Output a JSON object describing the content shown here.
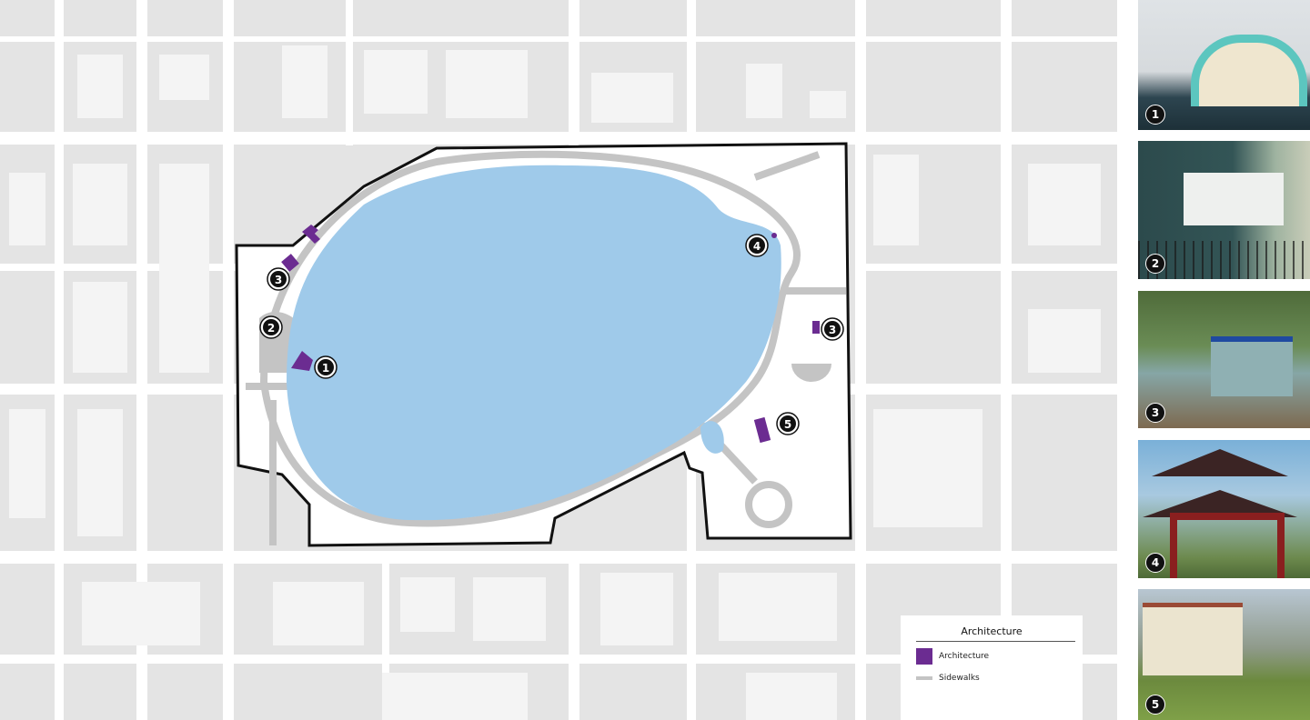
{
  "legend": {
    "title": "Architecture",
    "items": [
      {
        "label": "Architecture",
        "color": "#6b2c91"
      },
      {
        "label": "Sidewalks",
        "color": "#c4c4c4"
      }
    ]
  },
  "markers": [
    "1",
    "2",
    "3",
    "3",
    "4",
    "5"
  ],
  "photos": [
    {
      "number": "1",
      "subject": "bandshell"
    },
    {
      "number": "2",
      "subject": "kiosk"
    },
    {
      "number": "3",
      "subject": "building-entrance"
    },
    {
      "number": "4",
      "subject": "pagoda"
    },
    {
      "number": "5",
      "subject": "house"
    }
  ],
  "colors": {
    "lake": "#9fcaea",
    "architecture": "#6b2c91",
    "sidewalk": "#c4c4c4",
    "blocks": "#e4e4e4"
  }
}
